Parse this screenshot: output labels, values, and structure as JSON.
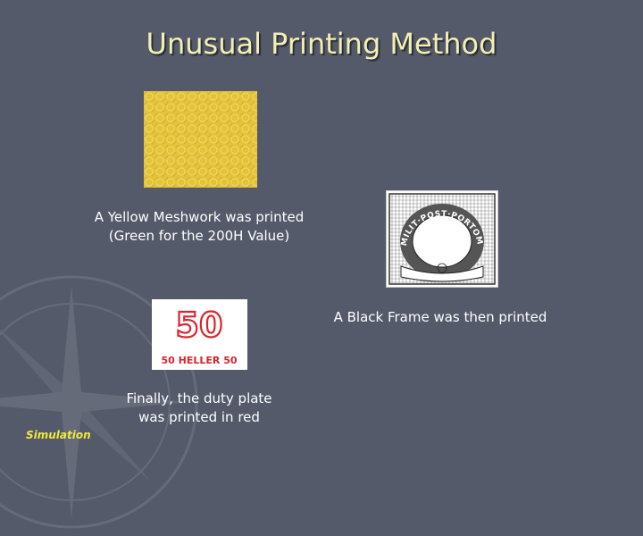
{
  "slide": {
    "title": "Unusual Printing Method",
    "captions": {
      "yellow_line1": "A Yellow Meshwork was printed",
      "yellow_line2": "(Green for the 200H Value)",
      "black_frame": "A Black Frame was then printed",
      "red_line1": "Finally, the duty plate",
      "red_line2": "was printed in red"
    },
    "stamp_text": {
      "frame_arc": "MILIT·POST·PORTOMARKE",
      "duty_value": "50",
      "duty_bottom": "50 HELLER 50"
    },
    "footnote": "Simulation"
  },
  "colors": {
    "background": "#555a6b",
    "title": "#f3efb2",
    "caption": "#ffffff",
    "mesh_yellow": "#e4c23a",
    "duty_red": "#d9252e",
    "footnote": "#f0ea3a"
  },
  "icons": [
    "compass-watermark-icon"
  ]
}
